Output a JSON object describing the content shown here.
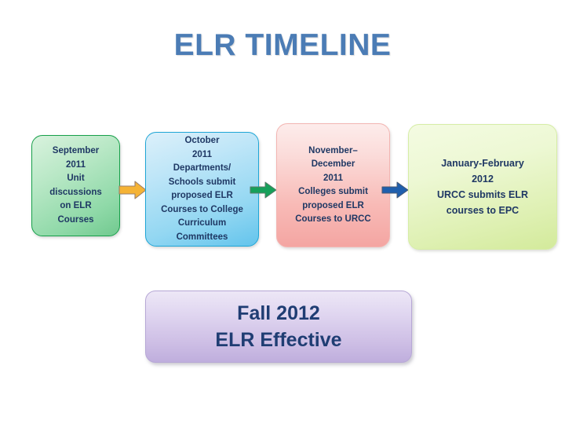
{
  "slide": {
    "title": "ELR TIMELINE",
    "title_color": "#4B7CB5",
    "background_color": "#FFFFFF",
    "body_text_color": "#1F3864"
  },
  "timeline": {
    "steps": [
      {
        "id": "september-2011",
        "period": "September",
        "year": "2011",
        "lines": [
          "September",
          "2011",
          "Unit",
          "discussions",
          "on ELR",
          "Courses"
        ],
        "fill_color": "#8FD9A8",
        "border_color": "#17A04A",
        "shape": "rounded-rectangle"
      },
      {
        "id": "october-2011",
        "period": "October",
        "year": "2011",
        "lines": [
          "October",
          "2011",
          "Departments/",
          "Schools submit",
          "proposed ELR",
          "Courses  to College",
          "Curriculum",
          "Committees"
        ],
        "fill_color": "#93D7F2",
        "border_color": "#1FA6D6",
        "shape": "rounded-rectangle"
      },
      {
        "id": "november-december-2011",
        "period": "November–December",
        "year": "2011",
        "lines": [
          "November–",
          "December",
          "2011",
          "Colleges submit",
          "proposed ELR",
          "Courses  to URCC"
        ],
        "fill_color": "#F8BBB7",
        "border_color": "#F3B5B2",
        "shape": "rounded-rectangle"
      },
      {
        "id": "january-february-2012",
        "period": "January-February",
        "year": "2012",
        "lines": [
          "January-February",
          "2012",
          "URCC submits ELR",
          "courses to EPC"
        ],
        "fill_color": "#DEF0B2",
        "border_color": "#D6EDA6",
        "shape": "rounded-rectangle"
      }
    ],
    "connectors": [
      {
        "id": "connector-1",
        "from": "september-2011",
        "to": "october-2011",
        "icon": "right-arrow-icon",
        "fill_color": "#F5B335",
        "border_color": "#C98A22"
      },
      {
        "id": "connector-2",
        "from": "october-2011",
        "to": "november-december-2011",
        "icon": "right-arrow-icon",
        "fill_color": "#16A05A",
        "border_color": "#0E7A42"
      },
      {
        "id": "connector-3",
        "from": "november-december-2011",
        "to": "january-february-2012",
        "icon": "right-arrow-icon",
        "fill_color": "#1F5FAD",
        "border_color": "#163F7A"
      }
    ],
    "outcome": {
      "id": "fall-2012",
      "lines": [
        "Fall 2012",
        "ELR Effective"
      ],
      "fill_color": "#CFC0E6",
      "border_color": "#B7A8D6",
      "text_color": "#1F3D73",
      "shape": "rounded-rectangle"
    }
  }
}
